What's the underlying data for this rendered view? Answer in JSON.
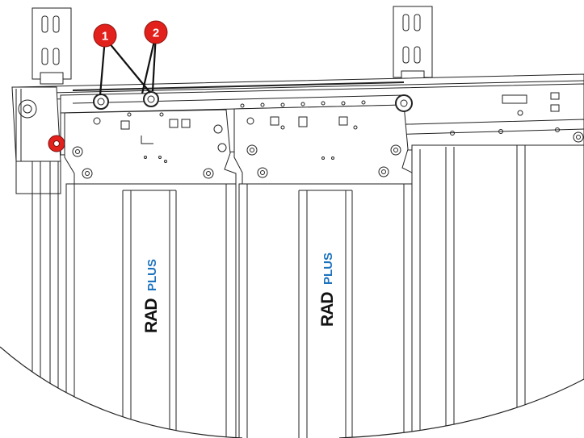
{
  "callouts": [
    {
      "label": "1",
      "color": "#e2211c"
    },
    {
      "label": "2",
      "color": "#e2211c"
    }
  ],
  "logos": [
    {
      "brand": "RAD",
      "suffix": "PLUS",
      "brand_color": "#111111",
      "suffix_color": "#1e73be"
    },
    {
      "brand": "RAD",
      "suffix": "PLUS",
      "brand_color": "#111111",
      "suffix_color": "#1e73be"
    }
  ],
  "colors": {
    "line": "#222222",
    "fill": "#ffffff",
    "highlight": "#e2211c"
  }
}
